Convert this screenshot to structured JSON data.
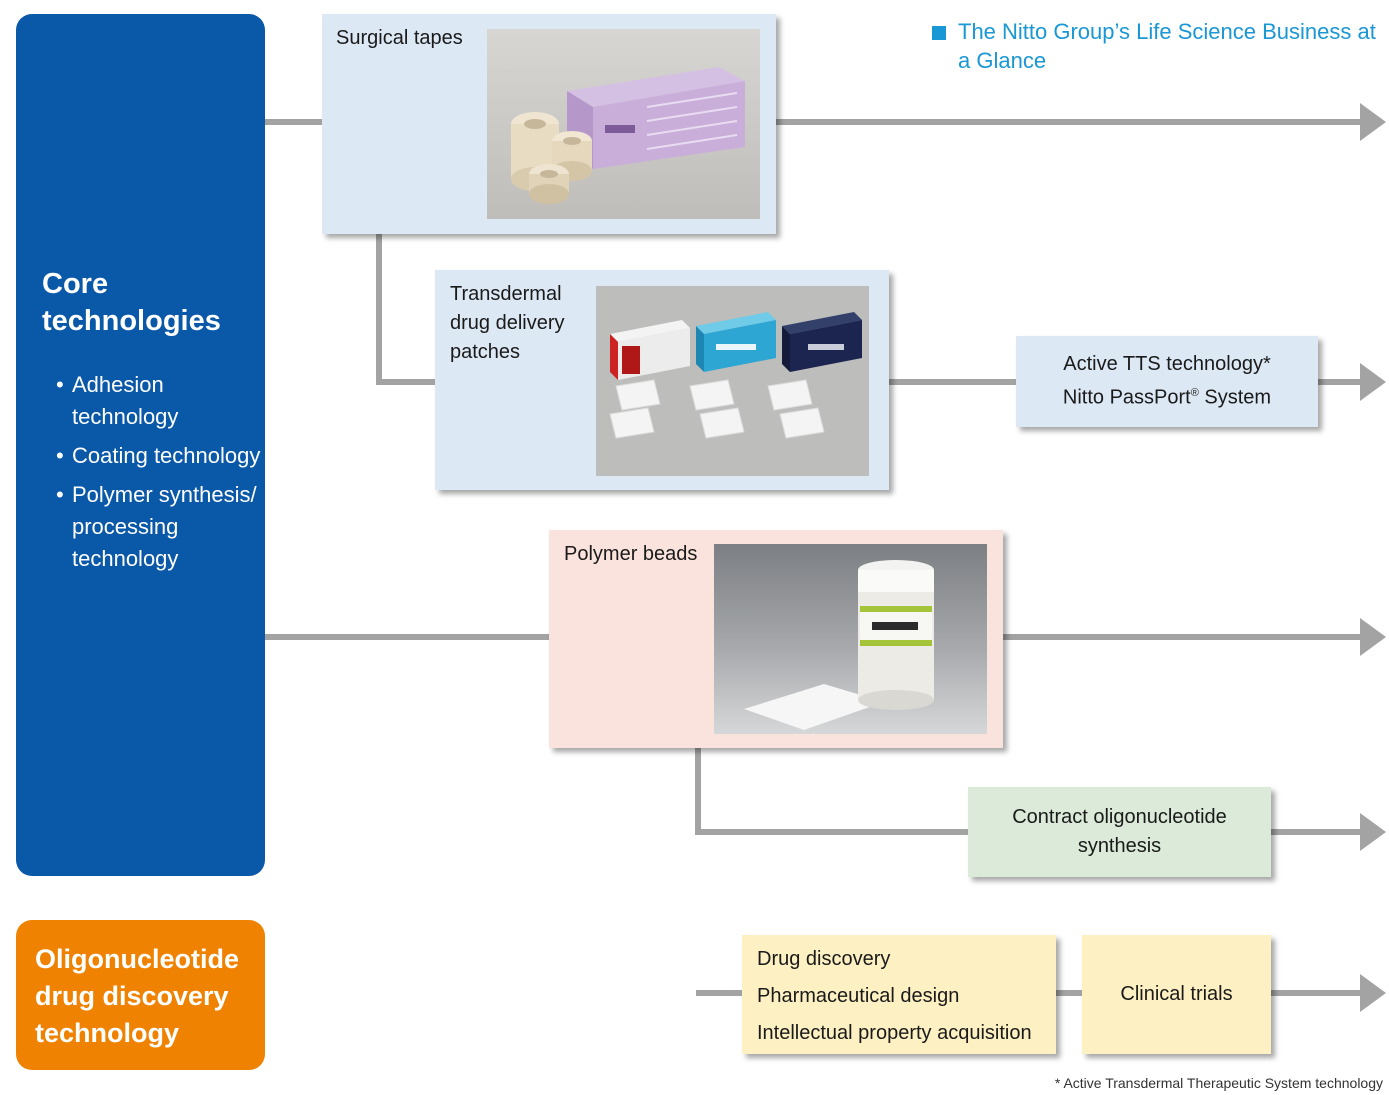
{
  "header": {
    "link_text": "The Nitto Group’s Life Science Business at a Glance"
  },
  "core": {
    "title": "Core technologies",
    "items": [
      "Adhesion technology",
      "Coating technology",
      "Polymer synthesis/ processing technology"
    ],
    "bullet": "•"
  },
  "oligo": {
    "title": "Oligonucleotide drug discovery technology"
  },
  "products": {
    "surgical_tapes": "Surgical tapes",
    "transdermal": "Transdermal drug delivery patches",
    "polymer_beads": "Polymer beads"
  },
  "outcomes": {
    "active_tts_line1": "Active TTS technology*",
    "active_tts_line2_pre": "Nitto PassPort",
    "active_tts_reg": "®",
    "active_tts_line2_post": " System",
    "contract_oligo": "Contract oligonucleotide synthesis",
    "drug_discovery": "Drug discovery",
    "pharma_design": "Pharmaceutical design",
    "ip_acquisition": "Intellectual property acquisition",
    "clinical_trials": "Clinical trials"
  },
  "footnote": "* Active Transdermal Therapeutic System technology",
  "colors": {
    "core_blue": "#0a58a8",
    "oligo_orange": "#ef8200",
    "link_blue": "#1a97d5",
    "connector_gray": "#a3a3a3",
    "box_blue": "#dde8f5",
    "box_pink": "#fae3dd",
    "box_green": "#dcebd9",
    "box_yellow": "#fdf0c2"
  },
  "icons": {
    "glance_bullet": "square-bullet-icon",
    "arrows": "arrow-right-icon"
  }
}
